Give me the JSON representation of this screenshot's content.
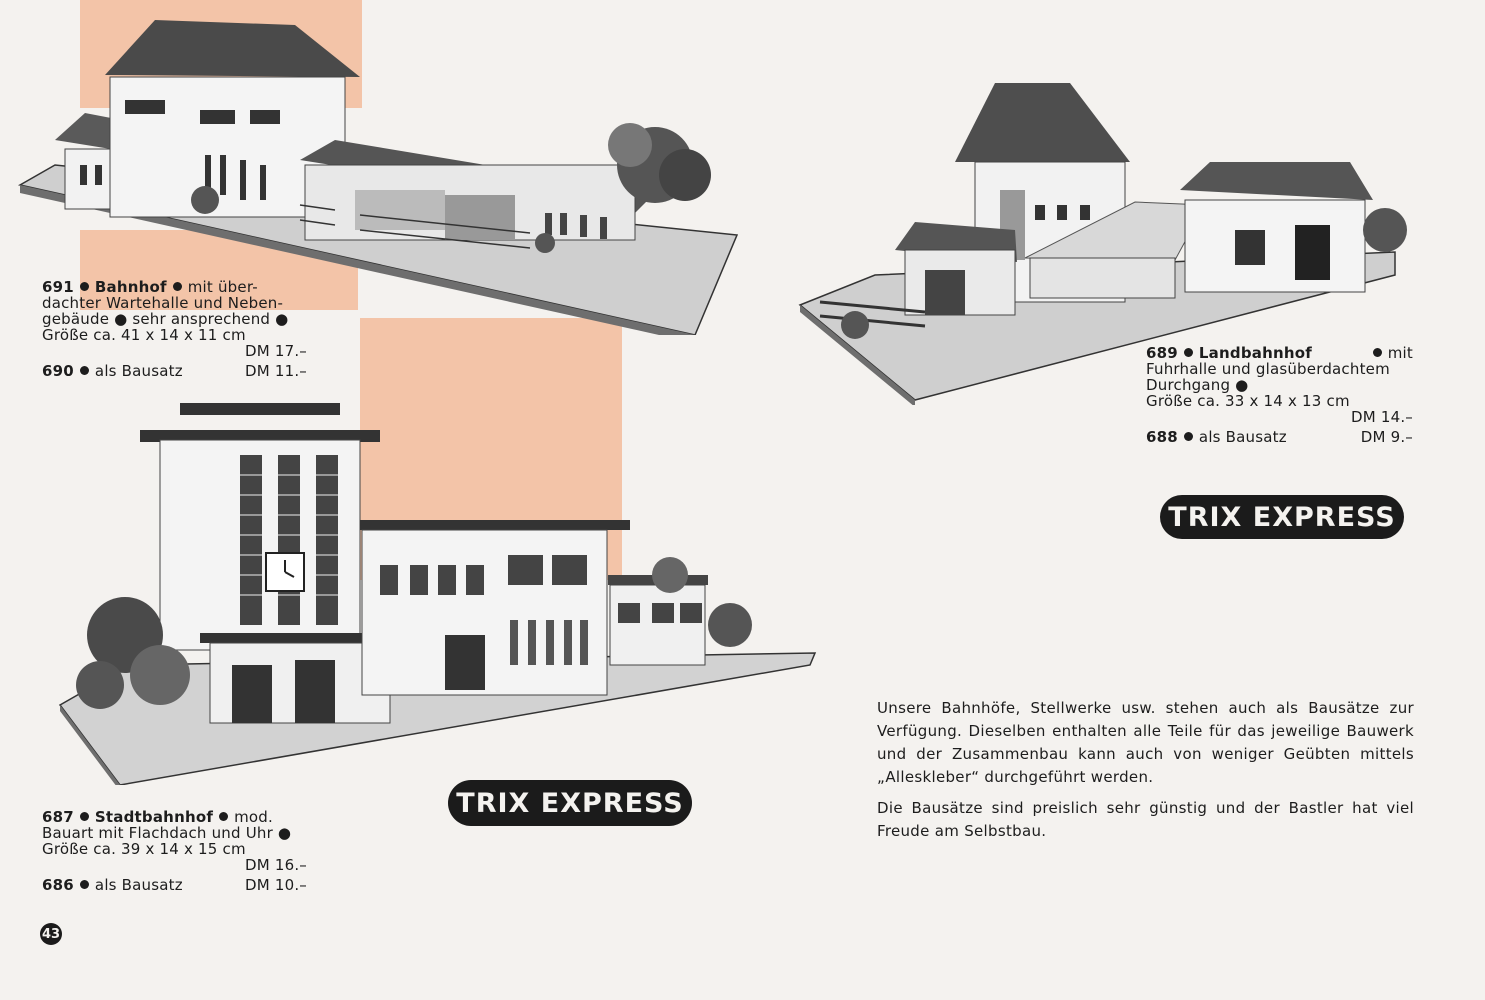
{
  "page_number": "43",
  "brand": {
    "badge_top": "TRIX EXPRESS",
    "badge_bottom": "TRIX EXPRESS"
  },
  "items": {
    "bahnhof": {
      "number": "691",
      "name": "Bahnhof",
      "line1_rest": "mit über-",
      "line2": "dachter Wartehalle und Neben-",
      "line3": "gebäude ● sehr ansprechend ●",
      "line4": "Größe ca. 41 x 14 x 11 cm",
      "price": "DM 17.–",
      "kit_number": "690",
      "kit_label": "als Bausatz",
      "kit_price": "DM 11.–"
    },
    "landbahnhof": {
      "number": "689",
      "name": "Landbahnhof",
      "line1_rest": "mit",
      "line2": "Fuhrhalle und glasüberdachtem",
      "line3": "Durchgang ●",
      "line4": "Größe ca. 33 x 14 x 13 cm",
      "price": "DM 14.–",
      "kit_number": "688",
      "kit_label": "als Bausatz",
      "kit_price": "DM 9.–"
    },
    "stadtbahnhof": {
      "number": "687",
      "name": "Stadtbahnhof",
      "line1_rest": "mod.",
      "line2": "Bauart mit Flachdach und Uhr ●",
      "line3": "Größe ca. 39 x 14 x 15 cm",
      "price": "DM 16.–",
      "kit_number": "686",
      "kit_label": "als Bausatz",
      "kit_price": "DM 10.–"
    }
  },
  "description": {
    "paragraph1": "Unsere Bahnhöfe, Stellwerke usw. stehen auch als Bausätze zur Verfügung. Dieselben enthalten alle Teile für das jeweilige Bauwerk und der Zusammenbau kann auch von weniger Geübten mittels „Alleskleber“ durchgeführt werden.",
    "paragraph2": "Die Bausätze sind preislich sehr günstig und der Bastler hat viel Freude am Selbstbau."
  }
}
